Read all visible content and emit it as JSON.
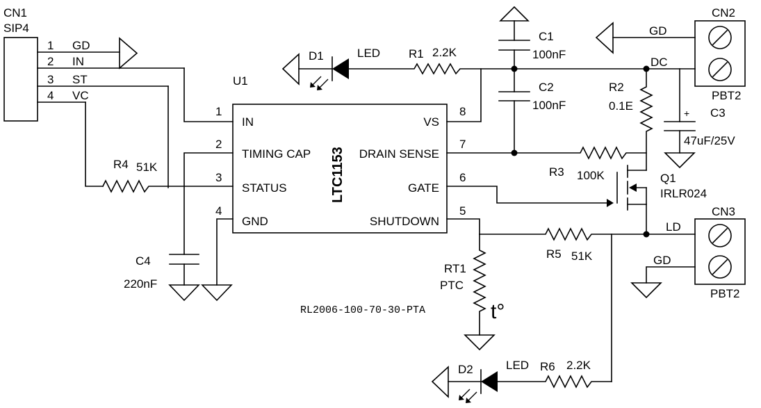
{
  "cn1": {
    "ref": "CN1",
    "value": "SIP4",
    "pins": [
      {
        "num": "1",
        "name": "GD"
      },
      {
        "num": "2",
        "name": "IN"
      },
      {
        "num": "3",
        "name": "ST"
      },
      {
        "num": "4",
        "name": "VC"
      }
    ]
  },
  "u1": {
    "ref": "U1",
    "part": "LTC1153",
    "left_pins": [
      {
        "num": "1",
        "name": "IN"
      },
      {
        "num": "2",
        "name": "TIMING CAP"
      },
      {
        "num": "3",
        "name": "STATUS"
      },
      {
        "num": "4",
        "name": "GND"
      }
    ],
    "right_pins": [
      {
        "num": "8",
        "name": "VS"
      },
      {
        "num": "7",
        "name": "DRAIN SENSE"
      },
      {
        "num": "6",
        "name": "GATE"
      },
      {
        "num": "5",
        "name": "SHUTDOWN"
      }
    ]
  },
  "d1": {
    "ref": "D1",
    "value": "LED"
  },
  "d2": {
    "ref": "D2",
    "value": "LED"
  },
  "r1": {
    "ref": "R1",
    "value": "2.2K"
  },
  "r2": {
    "ref": "R2",
    "value": "0.1E"
  },
  "r3": {
    "ref": "R3",
    "value": "100K"
  },
  "r4": {
    "ref": "R4",
    "value": "51K"
  },
  "r5": {
    "ref": "R5",
    "value": "51K"
  },
  "r6": {
    "ref": "R6",
    "value": "2.2K"
  },
  "c1": {
    "ref": "C1",
    "value": "100nF"
  },
  "c2": {
    "ref": "C2",
    "value": "100nF"
  },
  "c3": {
    "ref": "C3",
    "value": "47uF/25V",
    "polarity": "+"
  },
  "c4": {
    "ref": "C4",
    "value": "220nF"
  },
  "q1": {
    "ref": "Q1",
    "value": "IRLR024"
  },
  "rt1": {
    "ref": "RT1",
    "value": "PTC",
    "part_number": "RL2006-100-70-30-PTA",
    "temp_symbol": "t°"
  },
  "cn2": {
    "ref": "CN2",
    "value": "PBT2",
    "net_top": "GD",
    "net_bottom": "DC"
  },
  "cn3": {
    "ref": "CN3",
    "value": "PBT2",
    "net_top": "LD",
    "net_bottom": "GD"
  }
}
